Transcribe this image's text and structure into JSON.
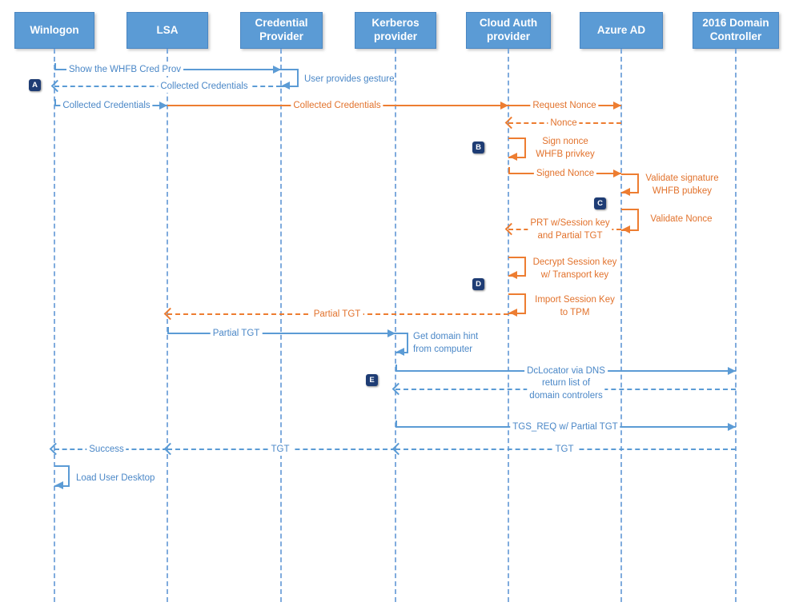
{
  "actors": [
    {
      "id": "winlogon",
      "label": "Winlogon"
    },
    {
      "id": "lsa",
      "label": "LSA"
    },
    {
      "id": "credential-provider",
      "label": "Credential\nProvider"
    },
    {
      "id": "kerberos-provider",
      "label": "Kerberos\nprovider"
    },
    {
      "id": "cloud-auth-provider",
      "label": "Cloud Auth\nprovider"
    },
    {
      "id": "azure-ad",
      "label": "Azure AD"
    },
    {
      "id": "domain-controller",
      "label": "2016 Domain\nController"
    }
  ],
  "badges": [
    "A",
    "B",
    "C",
    "D",
    "E"
  ],
  "messages": {
    "show_cred_prov": "Show the WHFB Cred Prov",
    "user_gesture": "User provides gesture",
    "collected_credentials_return": "Collected Credentials",
    "collected_credentials_lsa": "Collected Credentials",
    "collected_credentials_cloud": "Collected Credentials",
    "request_nonce": "Request Nonce",
    "nonce": "Nonce",
    "sign_nonce": "Sign nonce\nWHFB privkey",
    "signed_nonce": "Signed Nonce",
    "validate_signature": "Validate signature\nWHFB pubkey",
    "validate_nonce": "Validate Nonce",
    "prt_session_key": "PRT w/Session key\nand Partial TGT",
    "decrypt_session_key": "Decrypt Session key\nw/ Transport key",
    "import_session_key": "Import Session Key\nto TPM",
    "partial_tgt_to_lsa": "Partial TGT",
    "partial_tgt_to_kerberos": "Partial TGT",
    "get_domain_hint": "Get domain hint\nfrom computer",
    "dclocator": "DcLocator via DNS",
    "return_list": "return list of\ndomain controlers",
    "tgs_req": "TGS_REQ w/ Partial TGT",
    "tgt_from_dc": "TGT",
    "tgt_to_lsa": "TGT",
    "success": "Success",
    "load_user_desktop": "Load User Desktop"
  },
  "colors": {
    "actor_fill": "#5B9BD5",
    "blue_line": "#5B9BD5",
    "blue_text": "#4A87C7",
    "orange": "#ED7D31",
    "badge_fill": "#1E3C74"
  }
}
